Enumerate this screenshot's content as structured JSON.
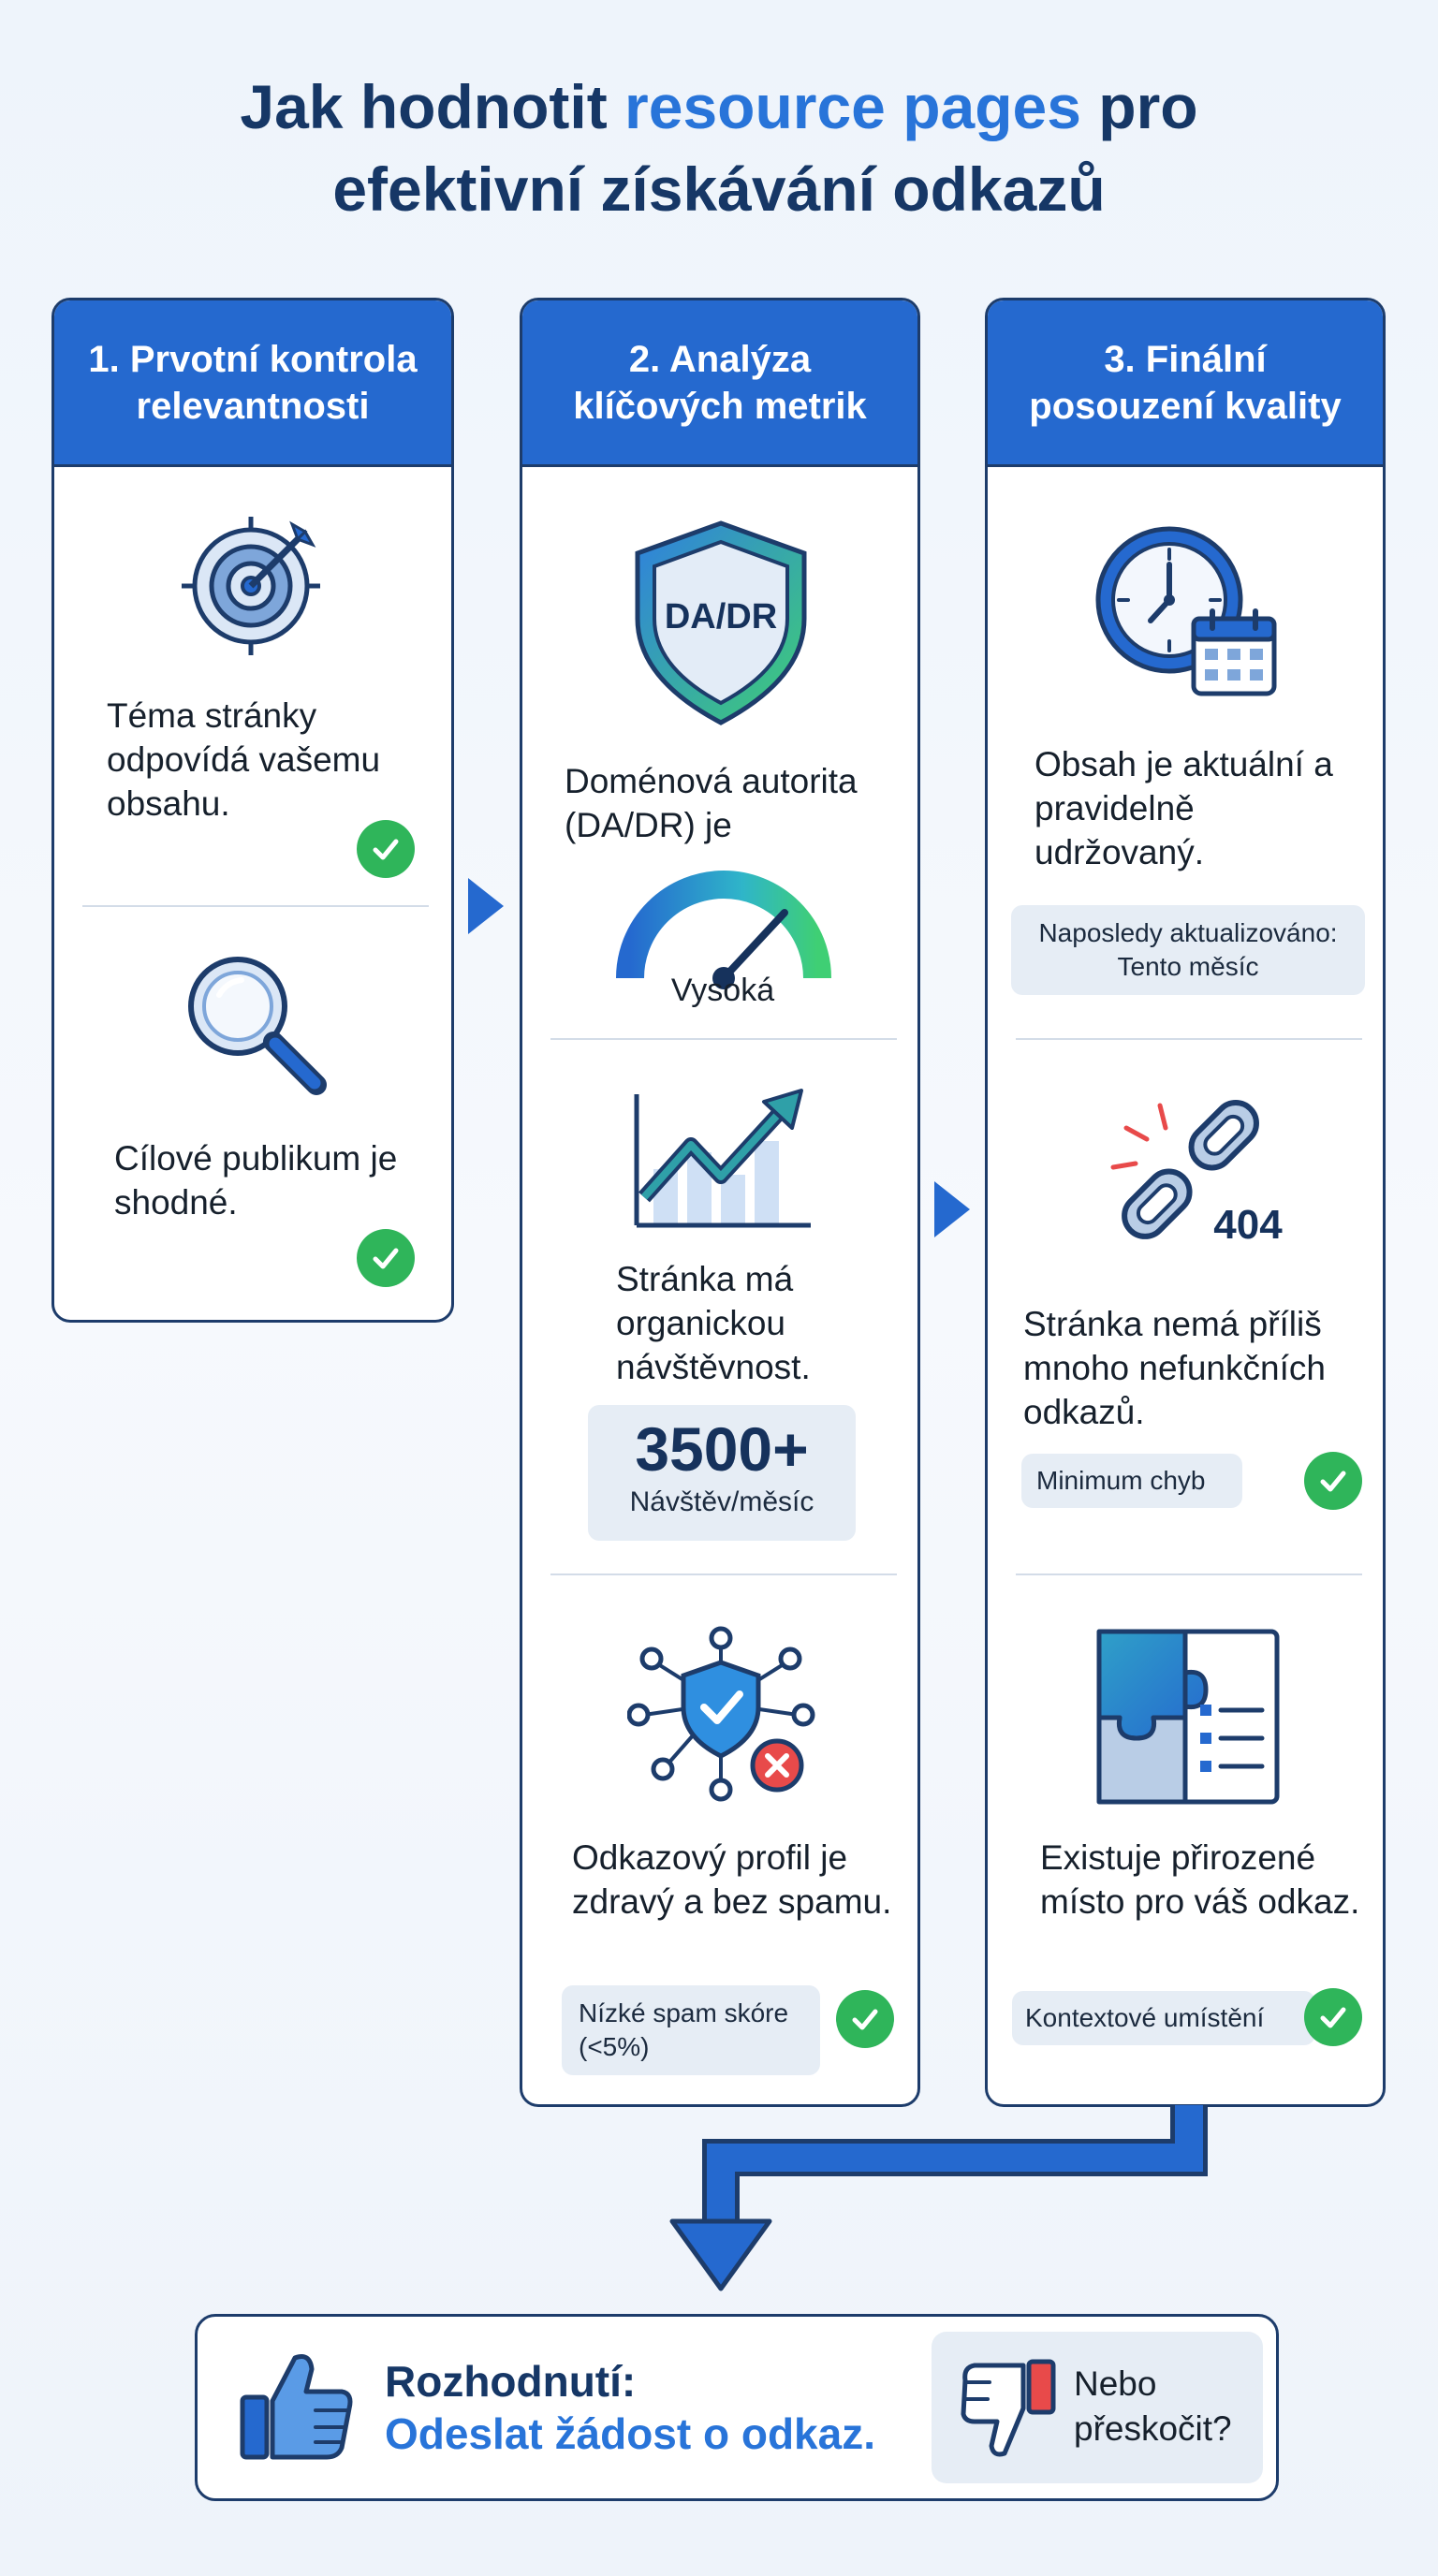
{
  "title": {
    "part1": "Jak hodnotit ",
    "highlight": "resource pages",
    "part2": " pro",
    "line2": "efektivní získávání odkazů"
  },
  "colors": {
    "header_blue": "#2569cf",
    "title_navy": "#163766",
    "accent_blue": "#2874d9",
    "check_green": "#2fb55a",
    "outline": "#1d3c6b"
  },
  "columns": [
    {
      "header": "1. Prvotní kontrola relevantnosti",
      "items": [
        {
          "icon": "target-icon",
          "text": "Téma stránky odpovídá vašemu obsahu."
        },
        {
          "icon": "magnifier-icon",
          "text": "Cílové publikum je shodné."
        }
      ]
    },
    {
      "header": "2. Analýza klíčových metrik",
      "items": [
        {
          "icon": "shield-icon",
          "shield_label": "DA/DR",
          "text": "Doménová autorita (DA/DR) je",
          "gauge_label": "Vysoká"
        },
        {
          "icon": "growth-chart-icon",
          "text": "Stránka má organickou návštěvnost.",
          "stat_value": "3500+",
          "stat_unit": "Návštěv/měsíc"
        },
        {
          "icon": "network-shield-icon",
          "text": "Odkazový profil je zdravý a bez spamu.",
          "chip": "Nízké spam skóre (<5%)"
        }
      ]
    },
    {
      "header": "3. Finální posouzení kvality",
      "items": [
        {
          "icon": "clock-calendar-icon",
          "text": "Obsah je aktuální a pravidelně udržovaný.",
          "chip": "Naposledy aktualizováno: Tento měsíc"
        },
        {
          "icon": "broken-link-icon",
          "broken_label": "404",
          "text": "Stránka nemá příliš mnoho nefunkčních odkazů.",
          "chip": "Minimum chyb"
        },
        {
          "icon": "puzzle-list-icon",
          "text": "Existuje přirozené místo pro váš odkaz.",
          "chip": "Kontextové umístění"
        }
      ]
    }
  ],
  "decision": {
    "label": "Rozhodnutí:",
    "action": "Odeslat žádost o odkaz.",
    "alt": "Nebo přeskočit?"
  }
}
